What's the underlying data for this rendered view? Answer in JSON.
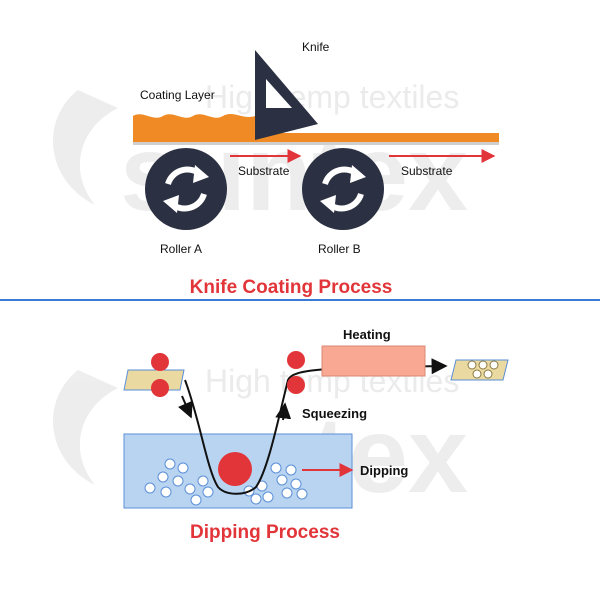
{
  "watermark": {
    "brand": "suntex",
    "tagline": "High temp textiles",
    "color": "#e9e9e9"
  },
  "colors": {
    "accent_red": "#e2353a",
    "divider_blue": "#3a7bd5",
    "coating_orange": "#f08a24",
    "roller_dark": "#2b3142",
    "bath_blue": "#b9d4f1",
    "heating_salmon": "#f8a893",
    "fabric_tan": "#ead9a0"
  },
  "knife_coating": {
    "title": "Knife Coating Process",
    "knife_label": "Knife",
    "coating_layer_label": "Coating Layer",
    "substrate_label_1": "Substrate",
    "substrate_label_2": "Substrate",
    "roller_a_label": "Roller A",
    "roller_b_label": "Roller B"
  },
  "dipping": {
    "title": "Dipping Process",
    "heating_label": "Heating",
    "squeezing_label": "Squeezing",
    "dipping_label": "Dipping"
  }
}
